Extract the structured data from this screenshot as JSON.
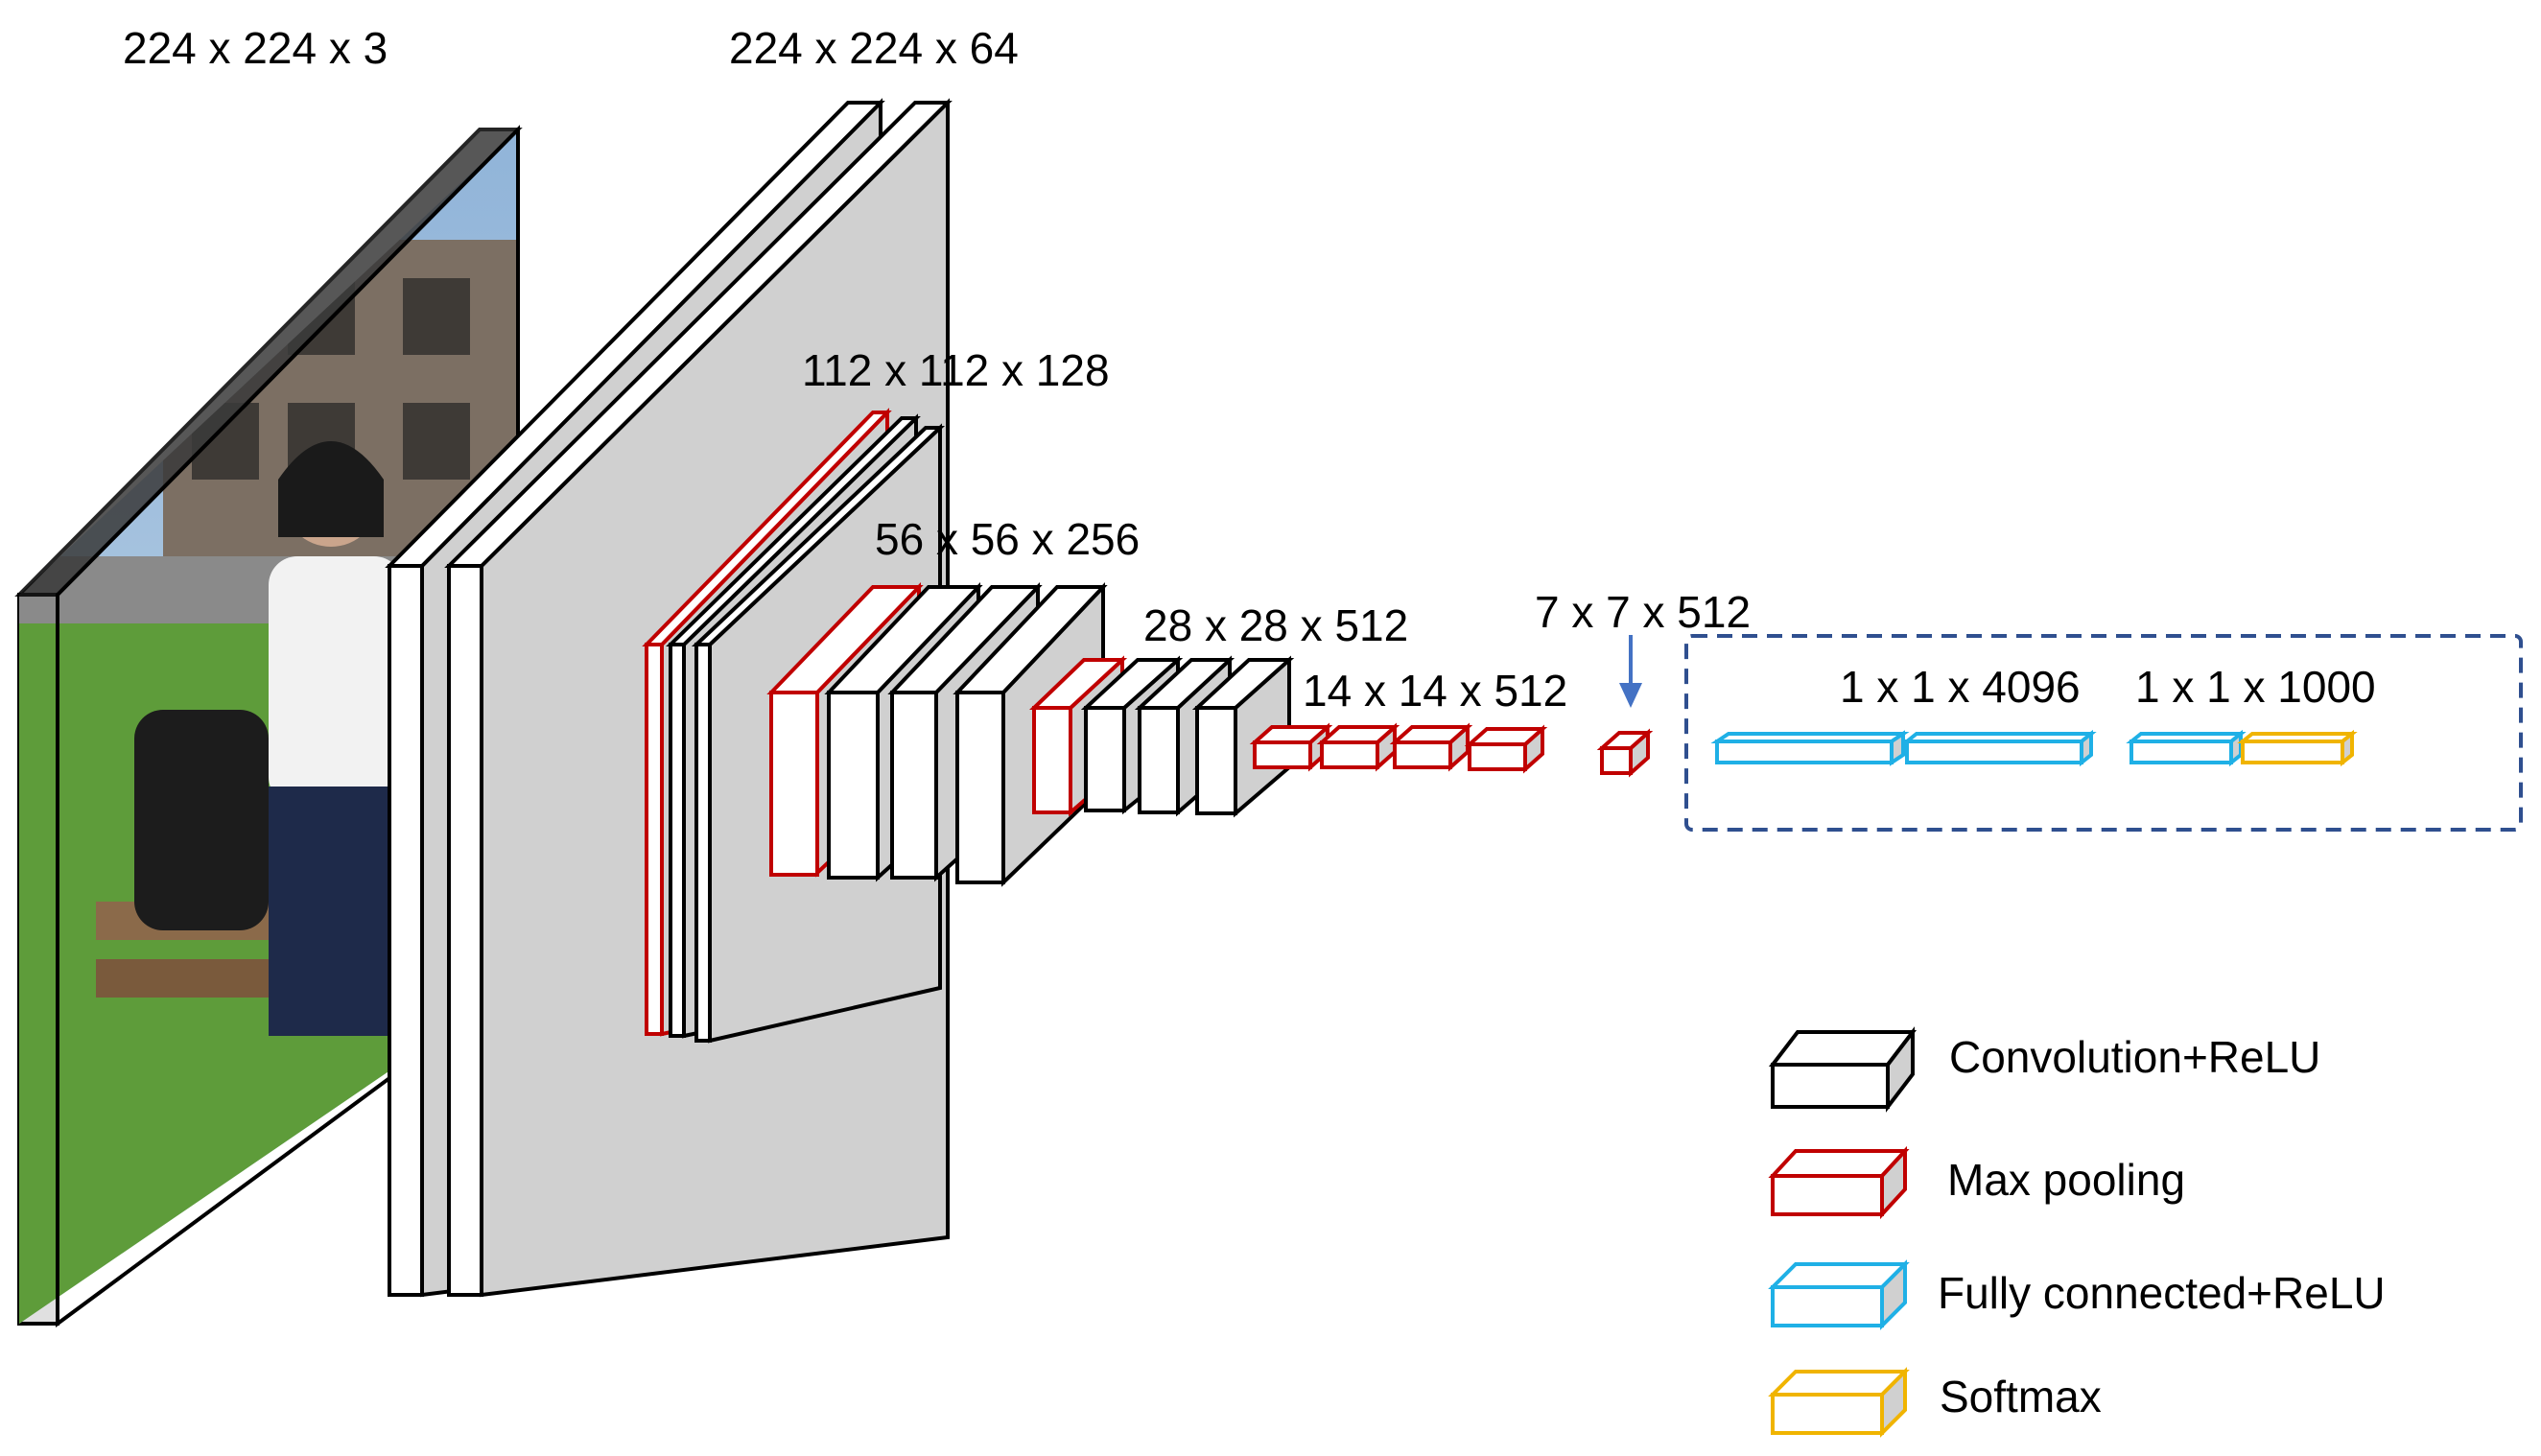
{
  "labels": {
    "input": "224 x 224 x 3",
    "block1": "224 x 224 x 64",
    "block2": "112 x 112 x 128",
    "block3": "56 x 56 x 256",
    "block4": "28 x 28 x 512",
    "block5": "14 x 14 x 512",
    "pool5": "7 x 7 x 512",
    "fc": "1 x 1 x 4096",
    "softmax": "1 x 1 x 1000"
  },
  "legend": [
    {
      "type": "conv",
      "label": "Convolution+ReLU"
    },
    {
      "type": "pool",
      "label": "Max pooling"
    },
    {
      "type": "fc",
      "label": "Fully connected+ReLU"
    },
    {
      "type": "softmax",
      "label": "Softmax"
    }
  ],
  "colors": {
    "conv": "#000000",
    "pool": "#c00000",
    "fc": "#1fb0e6",
    "softmax": "#f0b400",
    "side": "#d0d0d0",
    "dashed_box": "#2f4f8f",
    "arrow": "#4472c4"
  },
  "icons": [
    "photo-input-layer"
  ]
}
